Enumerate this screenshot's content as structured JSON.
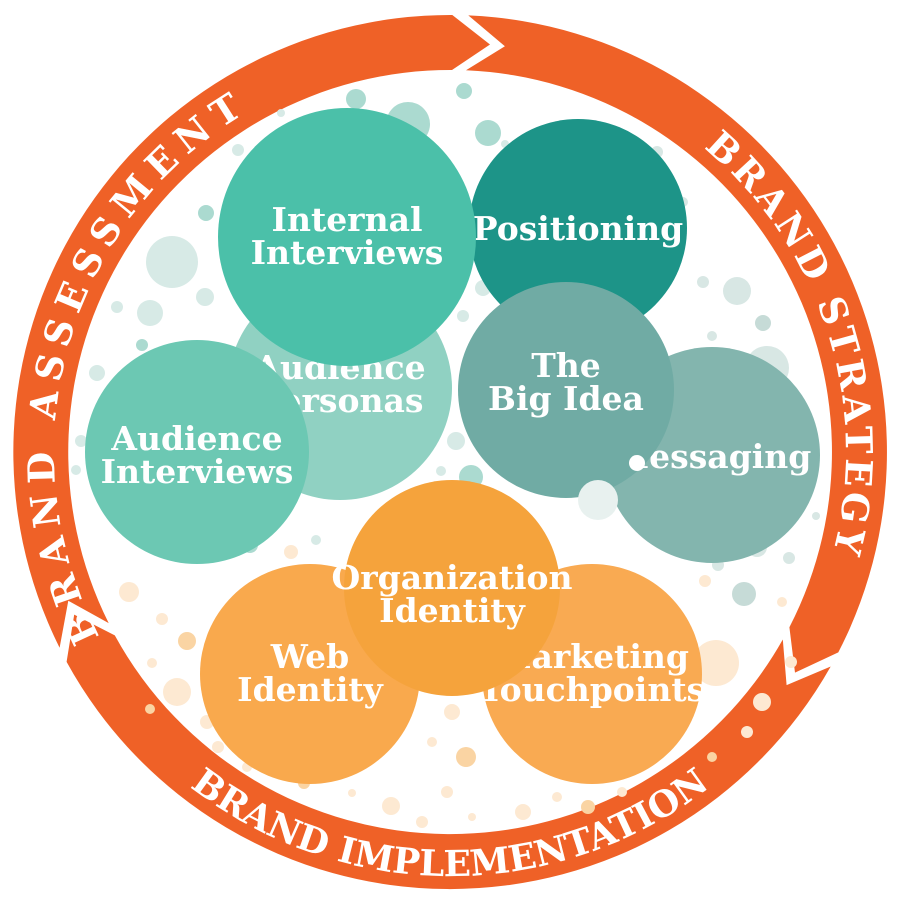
{
  "diagram": {
    "type": "cycle-infographic",
    "ring": {
      "color": "#EF6127",
      "segments": [
        {
          "id": "assessment",
          "label": "BRAND ASSESSMENT"
        },
        {
          "id": "strategy",
          "label": "BRAND STRATEGY"
        },
        {
          "id": "implementation",
          "label": "BRAND IMPLEMENTATION"
        }
      ]
    },
    "label_color": "#FFFFFF",
    "circles": [
      {
        "id": "internal-interviews",
        "label": "Internal Interviews",
        "lines": [
          "Internal",
          "Interviews"
        ],
        "color": "#4BC0A9"
      },
      {
        "id": "positioning",
        "label": "Positioning",
        "lines": [
          "Positioning"
        ],
        "color": "#1D9488"
      },
      {
        "id": "audience-personas",
        "label": "Audience Personas",
        "lines": [
          "Audience",
          "Personas"
        ],
        "color": "#90D1C2"
      },
      {
        "id": "audience-interviews",
        "label": "Audience Interviews",
        "lines": [
          "Audience",
          "Interviews"
        ],
        "color": "#6CC8B3"
      },
      {
        "id": "the-big-idea",
        "label": "The Big Idea",
        "lines": [
          "The",
          "Big Idea"
        ],
        "color": "#70ABA4"
      },
      {
        "id": "messaging",
        "label": "Messaging",
        "lines": [
          "Messaging"
        ],
        "color": "#83B5AE"
      },
      {
        "id": "organization-identity",
        "label": "Organization Identity",
        "lines": [
          "Organization",
          "Identity"
        ],
        "color": "#F5A33C"
      },
      {
        "id": "web-identity",
        "label": "Web Identity",
        "lines": [
          "Web",
          "Identity"
        ],
        "color": "#F9A94D"
      },
      {
        "id": "marketing-touchpoints",
        "label": "Marketing Touchpoints",
        "lines": [
          "Marketing",
          "Touchpoints"
        ],
        "color": "#F9AA52"
      }
    ],
    "bubble_palette": {
      "teal_pale": "#D7EAE6",
      "teal_medium": "#ABDAD0",
      "grayteal_pale": "#D8E7E4",
      "grayteal_medium": "#C6DBD7",
      "orange_pale": "#FDE9D2",
      "orange_medium": "#FAD4A3",
      "overlay_light": "#E8F1EF",
      "overlay_white": "#FFFFFF"
    }
  }
}
